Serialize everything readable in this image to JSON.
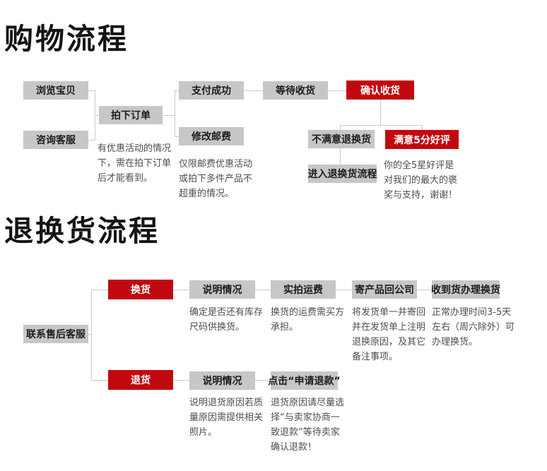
{
  "colors": {
    "background": "#ffffff",
    "box_gray": "#c7c7c7",
    "box_red": "#c2080f",
    "connector": "#cbcbcb",
    "title_text": "#141414",
    "note_text": "#4d4d4d"
  },
  "section_shopping": {
    "title": "购物流程",
    "nodes": {
      "browse": "浏览宝贝",
      "consult": "咨询客服",
      "order": "拍下订单",
      "pay": "支付成功",
      "postage": "修改邮费",
      "wait": "等待收货",
      "confirm": "确认收货",
      "unsatisfied": "不满意退换货",
      "satisfied": "满意5分好评",
      "enter_return": "进入退换货流程"
    },
    "notes": {
      "order_note": "有优惠活动的情况\n下，需在拍下订单\n后才能看到。",
      "postage_note": "仅限邮费优惠活动\n或拍下多件产品不\n超重的情况。",
      "praise_note": "你的全5星好评是\n对我们的最大的褒\n奖与支持，谢谢！"
    }
  },
  "section_return": {
    "title": "退换货流程",
    "nodes": {
      "contact": "联系售后客服",
      "exchange": "换货",
      "explain_exchange": "说明情况",
      "shipping_fee": "实拍运费",
      "send_back": "寄产品回公司",
      "receive_handle": "收到货办理换货",
      "return_goods": "退货",
      "explain_return": "说明情况",
      "click_refund": "点击“申请退款”"
    },
    "notes": {
      "explain_exchange_note": "确定是否还有库存\n尺码供换货。",
      "shipping_fee_note": "换货的运费需买方\n承担。",
      "send_back_note": "将发货单一并寄回\n并在发货单上注明\n退换原因，及其它\n备注事项。",
      "receive_handle_note": "正常办理时间3-5天\n左右（周六除外）可\n办理换货。",
      "explain_return_note": "说明退货原因若质\n量原因需提供相关\n照片。",
      "click_refund_note": "退货原因请尽量选\n择“与卖家协商一\n致退款”等待卖家\n确认退款！"
    }
  }
}
